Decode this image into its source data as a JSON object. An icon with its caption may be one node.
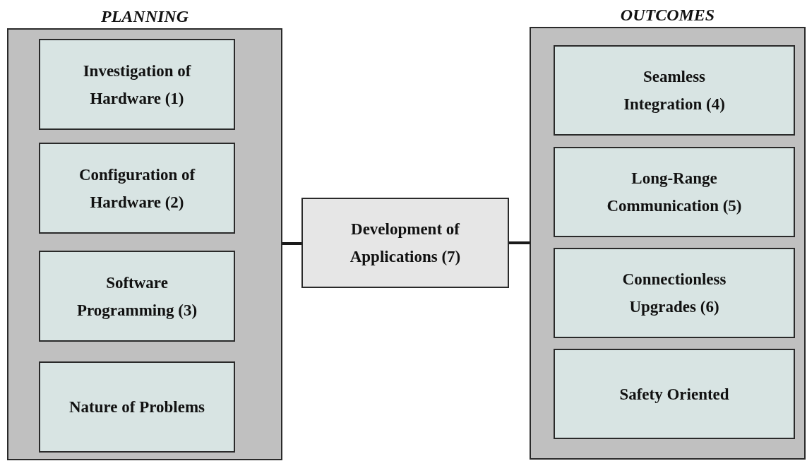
{
  "diagram": {
    "nodes": [
      {
        "text": [
          "PLANNING"
        ]
      },
      {
        "text": [
          "Investigation of Hardware (1)"
        ],
        "in": 0
      },
      {
        "text": [
          "Configuration of Hardware (2)"
        ],
        "in": 0
      },
      {
        "text": [
          "Software Programming (3)"
        ],
        "in": 0
      },
      {
        "text": [
          "Nature of Problems"
        ],
        "in": 0
      },
      {
        "text": [
          "Development of Applications (7)"
        ]
      },
      {
        "text": [
          "OUTCOMES"
        ]
      },
      {
        "text": [
          "Seamless Integration (4)"
        ],
        "in": 6
      },
      {
        "text": [
          "Long-Range Communication (5)"
        ],
        "in": 6
      },
      {
        "text": [
          "Connectionless Upgrades (6)"
        ],
        "in": 6
      },
      {
        "text": [
          "Safety Oriented"
        ],
        "in": 6
      }
    ],
    "edges": [
      {
        "from": 0,
        "to": 5,
        "arrow": "none"
      },
      {
        "from": 5,
        "to": 6,
        "arrow": "none"
      }
    ]
  }
}
